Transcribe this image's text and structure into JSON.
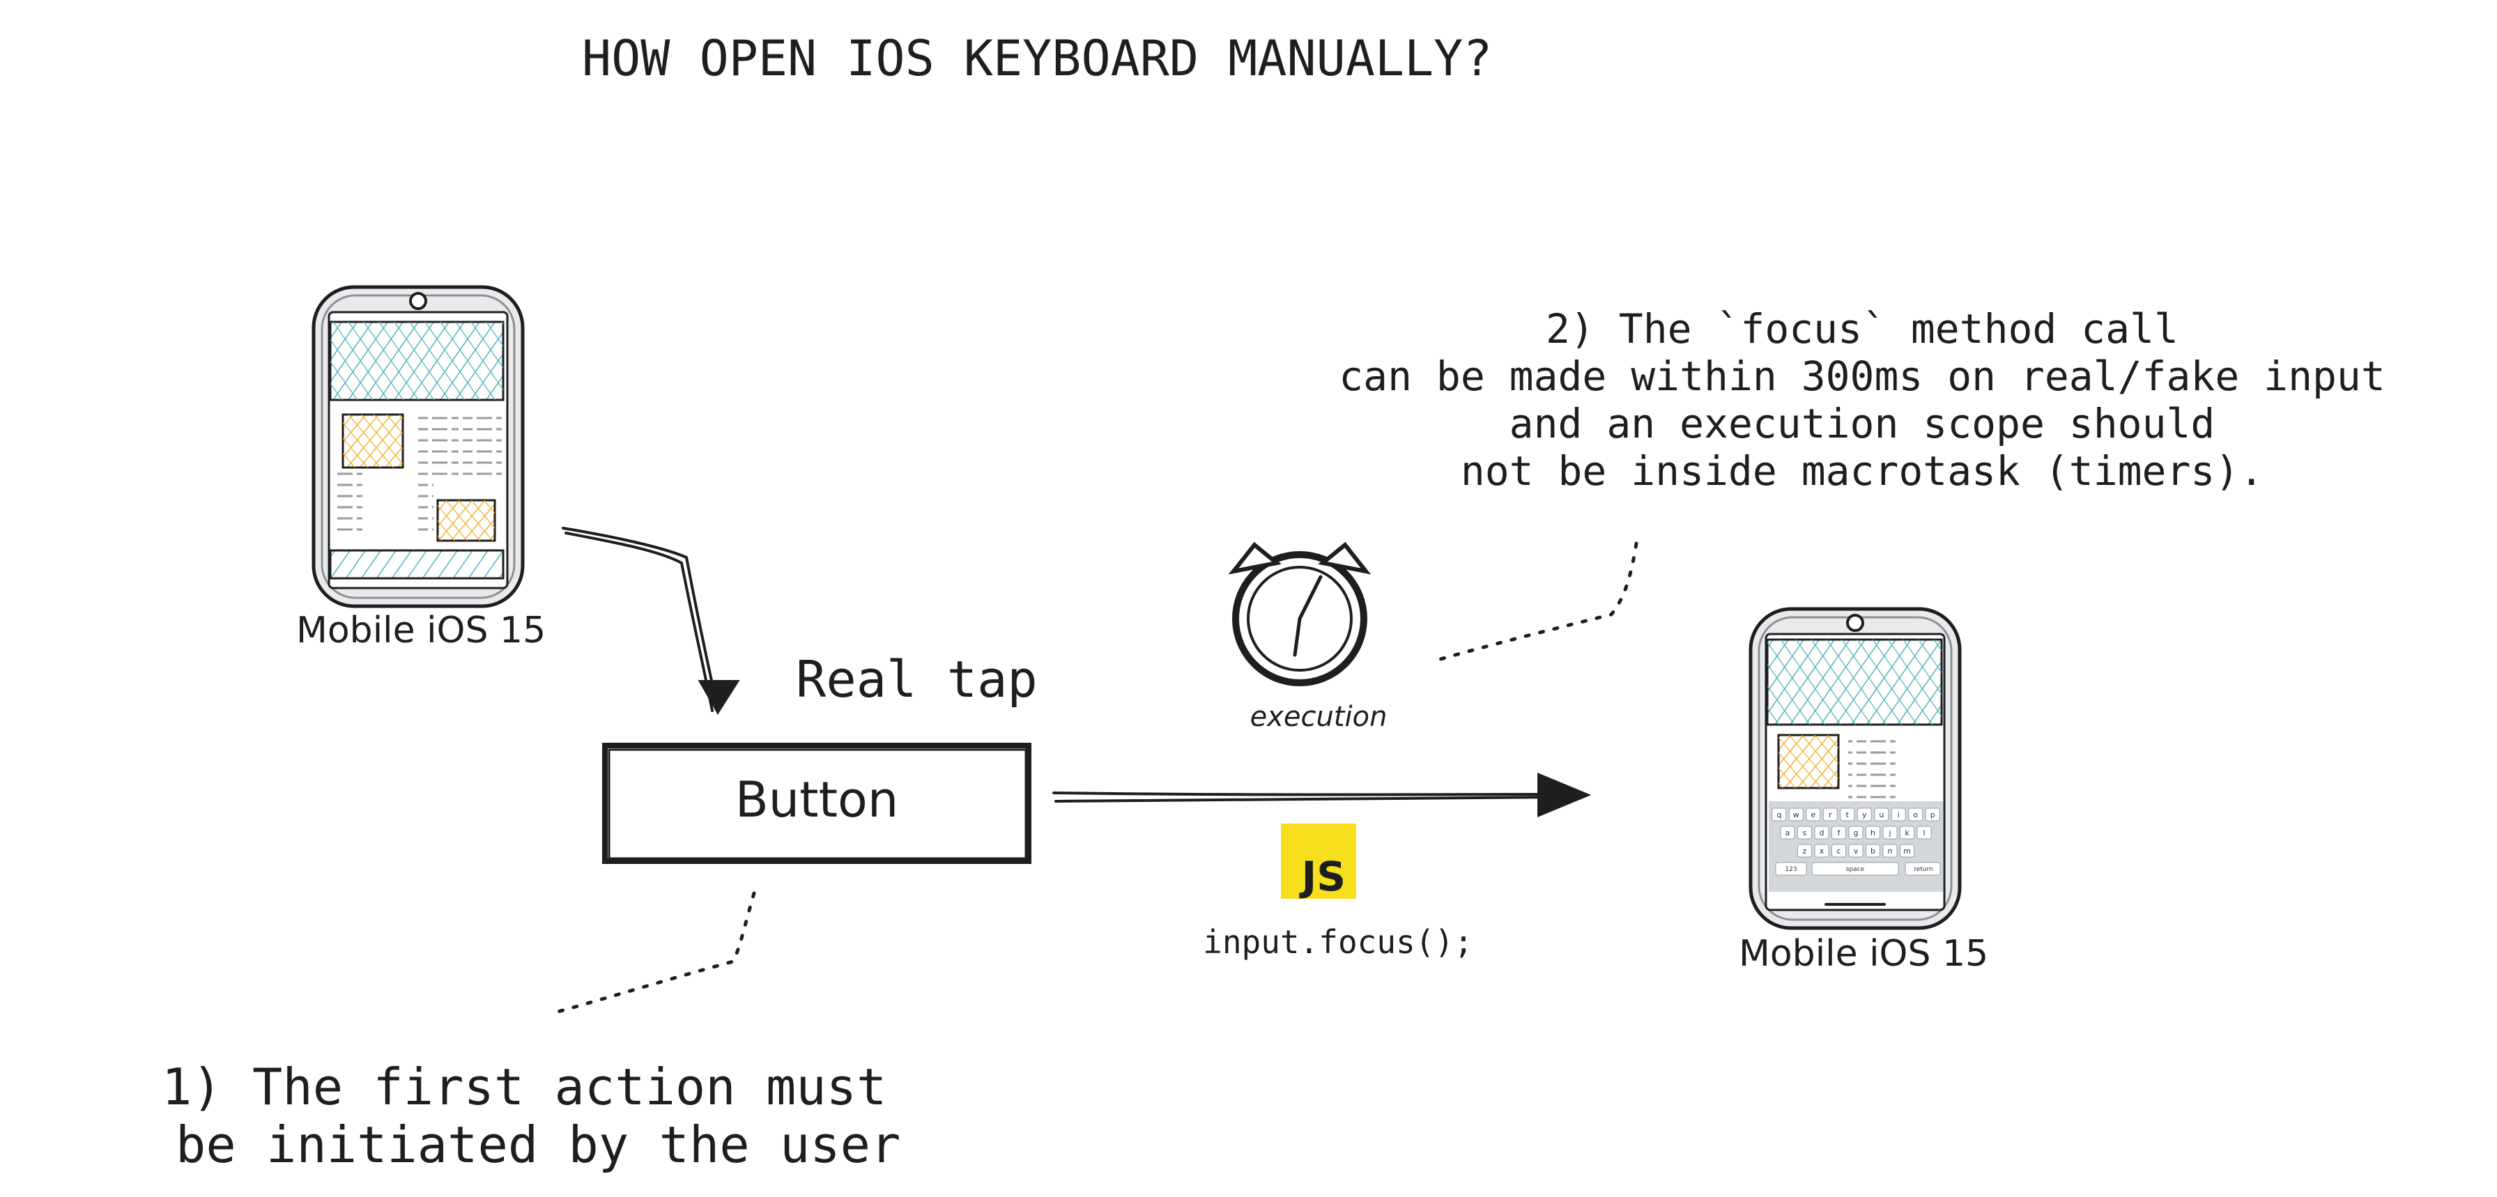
{
  "title": "HOW OPEN IOS KEYBOARD MANUALLY?",
  "left_device": {
    "label": "Mobile iOS 15"
  },
  "right_device": {
    "label": "Mobile iOS 15"
  },
  "real_tap_label": "Real tap",
  "button_label": "Button",
  "timer": {
    "label": "execution"
  },
  "js_badge": {
    "text": "JS",
    "color": "#f7df1e"
  },
  "code_snippet": "input.focus();",
  "note_1": {
    "lines": [
      "1) The first action must",
      "be initiated by the user"
    ]
  },
  "note_2": {
    "lines": [
      "2) The `focus` method call",
      "can be made within 300ms on real/fake input",
      "and an execution scope should",
      "not be inside macrotask (timers)."
    ]
  },
  "keyboard": {
    "rows": [
      [
        "q",
        "w",
        "e",
        "r",
        "t",
        "y",
        "u",
        "i",
        "o",
        "p"
      ],
      [
        "a",
        "s",
        "d",
        "f",
        "g",
        "h",
        "j",
        "k",
        "l"
      ],
      [
        "z",
        "x",
        "c",
        "v",
        "b",
        "n",
        "m"
      ]
    ],
    "space_label": "space",
    "numbers_label": "123",
    "return_label": "return"
  },
  "colors": {
    "hatch_teal": "#4fb3bf",
    "hatch_yellow": "#f2b134",
    "ink": "#1e1e1e",
    "phone_frame": "#cfd2d6"
  }
}
